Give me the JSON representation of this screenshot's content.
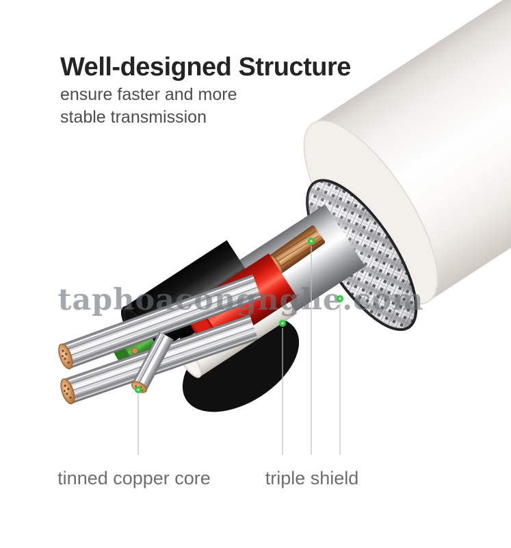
{
  "header": {
    "title": "Well-designed Structure",
    "subtitle_line1": "ensure faster and more",
    "subtitle_line2": "stable transmission"
  },
  "watermark": {
    "text": "taphoacongnghe.com"
  },
  "callouts": {
    "copper_core": "tinned copper core",
    "shield": "triple shield"
  },
  "colors": {
    "marker_green": "#2ec943",
    "wire_red": "#e8261c",
    "wire_green": "#49a63a",
    "wire_black": "#1c1c1c",
    "wire_white": "#f4f2ef",
    "copper": "#d49a67",
    "shield_silver": "#c7c8cb",
    "jacket_white": "#f3f0ec",
    "leader_line": "#bdbdbd",
    "title_text": "#242424",
    "label_text": "#6d6d6d"
  }
}
